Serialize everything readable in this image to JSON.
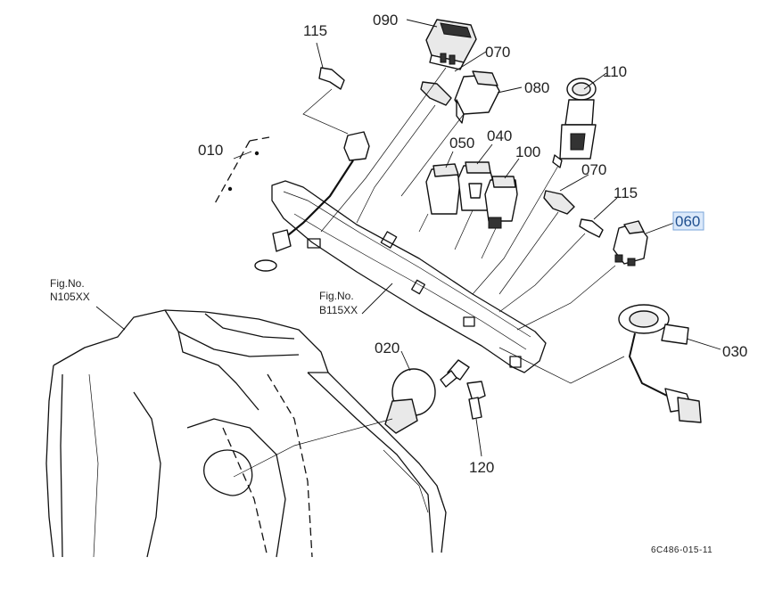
{
  "parts": [
    {
      "id": "p090",
      "label": "090"
    },
    {
      "id": "p115a",
      "label": "115"
    },
    {
      "id": "p070a",
      "label": "070"
    },
    {
      "id": "p080",
      "label": "080"
    },
    {
      "id": "p110",
      "label": "110"
    },
    {
      "id": "p010",
      "label": "010"
    },
    {
      "id": "p050",
      "label": "050"
    },
    {
      "id": "p040",
      "label": "040"
    },
    {
      "id": "p100",
      "label": "100"
    },
    {
      "id": "p070b",
      "label": "070"
    },
    {
      "id": "p115b",
      "label": "115"
    },
    {
      "id": "p060",
      "label": "060",
      "highlighted": true
    },
    {
      "id": "p030",
      "label": "030"
    },
    {
      "id": "p020",
      "label": "020"
    },
    {
      "id": "p120",
      "label": "120"
    }
  ],
  "figure_refs": [
    {
      "line1": "Fig.No.",
      "line2": "N105XX"
    },
    {
      "line1": "Fig.No.",
      "line2": "B115XX"
    }
  ],
  "drawing_code": "6C486-015-11",
  "colors": {
    "highlight_fill": "#dbe9fa",
    "highlight_stroke": "#7aa4d8",
    "ink": "#111111"
  }
}
